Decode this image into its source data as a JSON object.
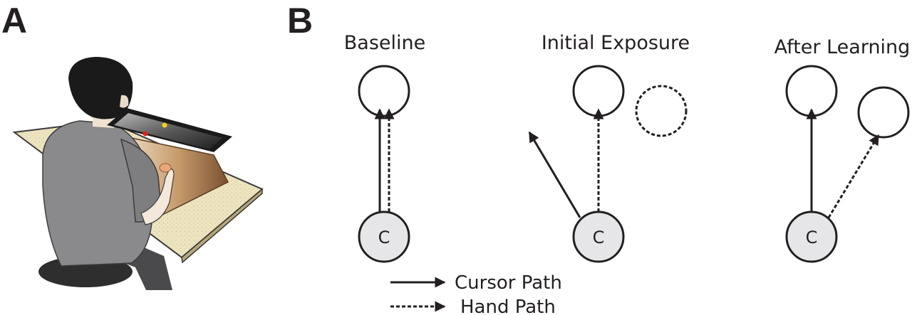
{
  "panel_a": {
    "label": "A",
    "illustration": "person-seated-at-reaching-apparatus"
  },
  "panel_b": {
    "label": "B",
    "conditions": [
      {
        "title": "Baseline",
        "start_label": "C"
      },
      {
        "title": "Initial Exposure",
        "start_label": "C"
      },
      {
        "title": "After Learning",
        "start_label": "C"
      }
    ]
  },
  "legend": {
    "cursor_path": "Cursor Path",
    "hand_path": "Hand Path"
  },
  "colors": {
    "ink": "#231f20",
    "start_circle_fill": "#e6e6e8",
    "target_red": "#e0201b",
    "target_yellow": "#f2d21a",
    "table_top": "#ece3bf",
    "shirt": "#8a8a8c",
    "hair": "#1a1a1a"
  }
}
